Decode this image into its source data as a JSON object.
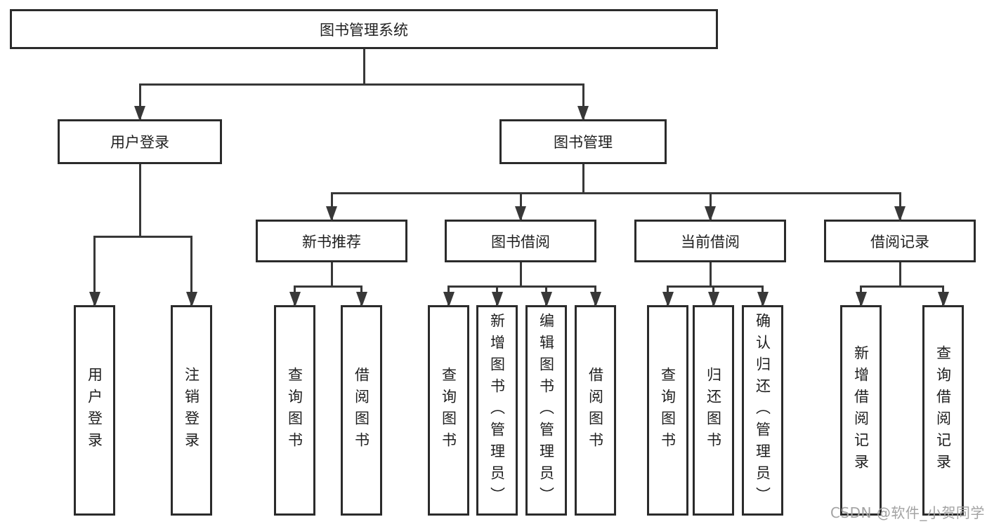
{
  "diagram": {
    "title": "图书管理系统",
    "nodes": [
      {
        "id": "root",
        "label": "图书管理系统"
      },
      {
        "id": "user-login",
        "label": "用户登录"
      },
      {
        "id": "book-mgmt",
        "label": "图书管理"
      },
      {
        "id": "new-book",
        "label": "新书推荐"
      },
      {
        "id": "book-borrow",
        "label": "图书借阅"
      },
      {
        "id": "current-borrow",
        "label": "当前借阅"
      },
      {
        "id": "borrow-record",
        "label": "借阅记录"
      },
      {
        "id": "ul-login",
        "label": "用户登录"
      },
      {
        "id": "ul-logout",
        "label": "注销登录"
      },
      {
        "id": "nb-query",
        "label": "查询图书"
      },
      {
        "id": "nb-borrow",
        "label": "借阅图书"
      },
      {
        "id": "bb-query",
        "label": "查询图书"
      },
      {
        "id": "bb-add",
        "label": "新增图书（管理员）"
      },
      {
        "id": "bb-edit",
        "label": "编辑图书（管理员）"
      },
      {
        "id": "bb-borrow",
        "label": "借阅图书"
      },
      {
        "id": "cb-query",
        "label": "查询图书"
      },
      {
        "id": "cb-return",
        "label": "归还图书"
      },
      {
        "id": "cb-confirm",
        "label": "确认归还（管理员）"
      },
      {
        "id": "br-add",
        "label": "新增借阅记录"
      },
      {
        "id": "br-query",
        "label": "查询借阅记录"
      }
    ],
    "edges": [
      {
        "from": "root",
        "to": [
          "user-login",
          "book-mgmt"
        ]
      },
      {
        "from": "user-login",
        "to": [
          "ul-login",
          "ul-logout"
        ]
      },
      {
        "from": "book-mgmt",
        "to": [
          "new-book",
          "book-borrow",
          "current-borrow",
          "borrow-record"
        ]
      },
      {
        "from": "new-book",
        "to": [
          "nb-query",
          "nb-borrow"
        ]
      },
      {
        "from": "book-borrow",
        "to": [
          "bb-query",
          "bb-add",
          "bb-edit",
          "bb-borrow"
        ]
      },
      {
        "from": "current-borrow",
        "to": [
          "cb-query",
          "cb-return",
          "cb-confirm"
        ]
      },
      {
        "from": "borrow-record",
        "to": [
          "br-add",
          "br-query"
        ]
      }
    ]
  },
  "watermark": {
    "text": "CSDN @软件_小贺同学"
  },
  "colors": {
    "line": "#383838",
    "box_border": "#2b2b2b",
    "box_background": "#ffffff",
    "text": "#1f1f1f",
    "watermark": "#a3a3a3",
    "background": "#ffffff"
  }
}
